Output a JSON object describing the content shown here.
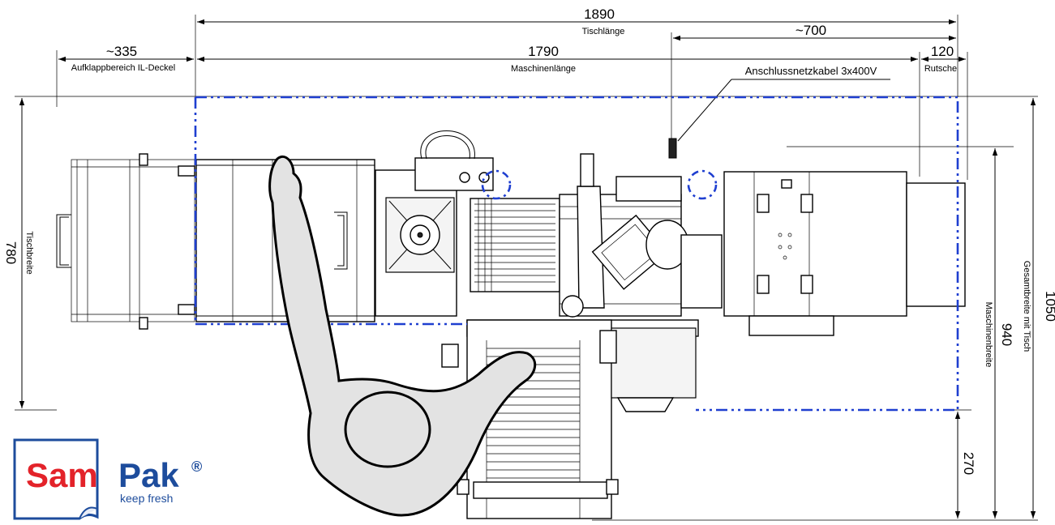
{
  "dimensions": {
    "table_length": {
      "value": "1890",
      "label": "Tischlänge"
    },
    "machine_length": {
      "value": "1790",
      "label": "Maschinenlänge"
    },
    "lid_area": {
      "value": "~335",
      "label": "Aufklappbereich IL-Deckel"
    },
    "cable_offset": {
      "value": "~700"
    },
    "chute": {
      "value": "120",
      "label": "Rutsche"
    },
    "table_width": {
      "value": "780",
      "label": "Tischbreite"
    },
    "total_width": {
      "value": "1050",
      "label": "Gesamtbreite mit Tisch"
    },
    "machine_width": {
      "value": "940",
      "label": "Maschinenbreite"
    },
    "extension": {
      "value": "270"
    }
  },
  "callouts": {
    "power_cable": "Anschlussnetzkabel 3x400V"
  },
  "logo": {
    "brand_part1": "Sam",
    "brand_part2": "Pak",
    "registered": "®",
    "tagline": "keep fresh",
    "colors": {
      "red": "#e3232a",
      "blue": "#1d4c9c"
    }
  },
  "colors": {
    "boundary": "#1f3fd0",
    "operator": "#e3e3e3",
    "lines": "#000000"
  }
}
